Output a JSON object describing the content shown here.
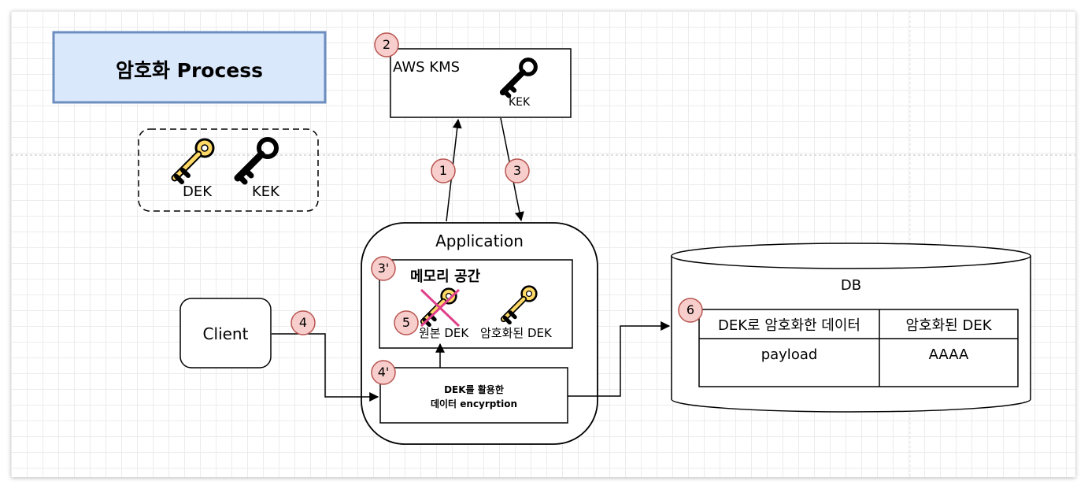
{
  "title": "암호화 Process",
  "legend": {
    "dek_label": "DEK",
    "kek_label": "KEK"
  },
  "kms": {
    "title": "AWS KMS",
    "key_label": "KEK"
  },
  "client": {
    "label": "Client"
  },
  "application": {
    "title": "Application",
    "memory": {
      "title": "메모리 공간",
      "original_dek_label": "원본 DEK",
      "encrypted_dek_label": "암호화된 DEK"
    },
    "encryption_box": {
      "line1": "DEK를 활용한",
      "line2": "데이터 encyrption"
    }
  },
  "db": {
    "label": "DB",
    "table": {
      "headers": [
        "DEK로 암호화한 데이터",
        "암호화된 DEK"
      ],
      "rows": [
        [
          "payload",
          "AAAA"
        ]
      ]
    }
  },
  "steps": {
    "s1": "1",
    "s2": "2",
    "s3": "3",
    "s3p": "3'",
    "s4": "4",
    "s4p": "4'",
    "s5": "5",
    "s6": "6"
  },
  "colors": {
    "title_fill": "#dae8fc",
    "title_border": "#6c8ebf",
    "step_badge_fill": "#f8cecc",
    "step_badge_border": "#b85450",
    "dek_key_fill": "#ffd966",
    "kek_key_fill": "#000000",
    "strike_color": "#e0408a"
  },
  "icons": [
    "dek-key-icon",
    "kek-key-icon",
    "strike-cross-icon"
  ]
}
